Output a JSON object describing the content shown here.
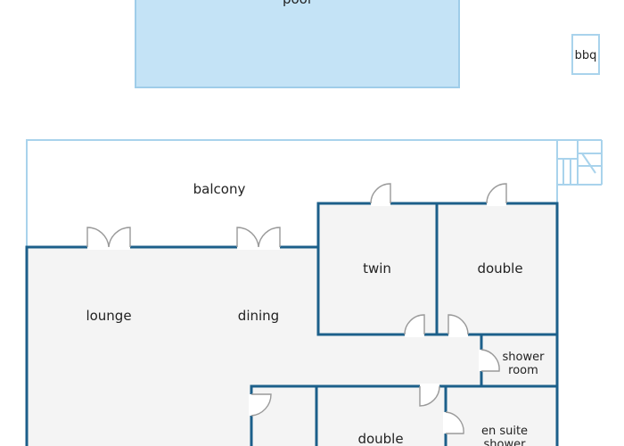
{
  "rooms": {
    "pool": "pool",
    "bbq": "bbq",
    "balcony": "balcony",
    "lounge": "lounge",
    "dining": "dining",
    "twin": "twin",
    "double_upper": "double",
    "shower_room_line1": "shower",
    "shower_room_line2": "room",
    "double_lower": "double",
    "en_suite_line1": "en suite",
    "en_suite_line2": "shower"
  },
  "colors": {
    "wall": "#1c5f8a",
    "light_wall": "#a9d3ec",
    "pool_fill": "#c4e3f6",
    "pool_stroke": "#9fcde9",
    "floor": "#f4f4f4",
    "door_fill": "#ffffff",
    "door_stroke": "#9a9a9a",
    "text": "#222222"
  }
}
